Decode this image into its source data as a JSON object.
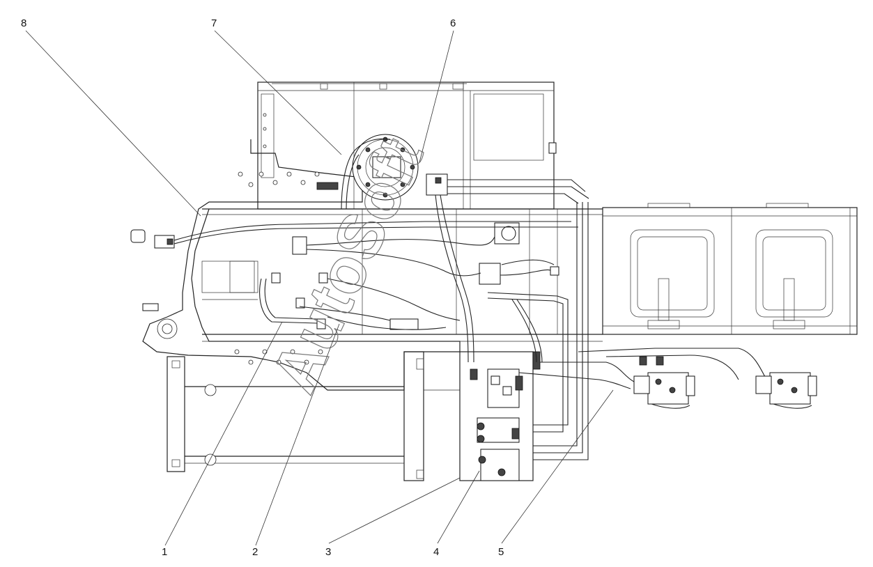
{
  "diagram": {
    "callouts": [
      "1",
      "2",
      "3",
      "4",
      "5",
      "6",
      "7",
      "8"
    ],
    "watermark": "AutoSoft"
  }
}
